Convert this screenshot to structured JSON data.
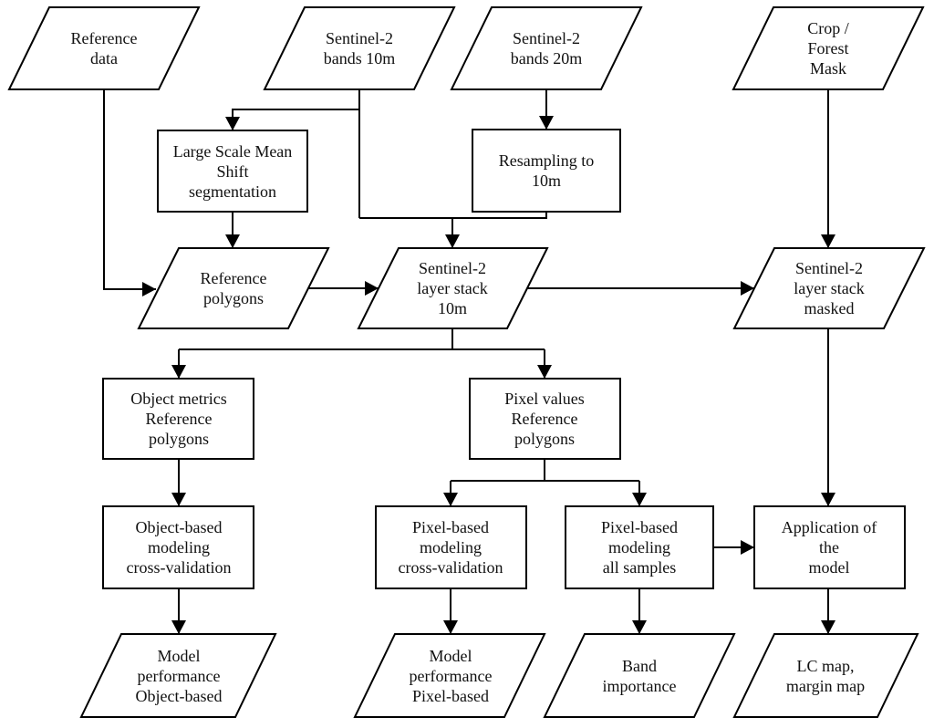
{
  "colors": {
    "line": "#000000",
    "shape_fill": "#ffffff",
    "text": "#111111",
    "background": "#ffffff"
  },
  "diagram": {
    "type": "flowchart",
    "nodes": [
      {
        "id": "reference-data",
        "shape": "parallelogram",
        "label": "Reference\ndata"
      },
      {
        "id": "sentinel2-bands-10m",
        "shape": "parallelogram",
        "label": "Sentinel-2\nbands 10m"
      },
      {
        "id": "sentinel2-bands-20m",
        "shape": "parallelogram",
        "label": "Sentinel-2\nbands 20m"
      },
      {
        "id": "crop-forest-mask",
        "shape": "parallelogram",
        "label": "Crop /\nForest\nMask"
      },
      {
        "id": "lsms-segmentation",
        "shape": "rectangle",
        "label": "Large Scale Mean\nShift\nsegmentation"
      },
      {
        "id": "resampling-10m",
        "shape": "rectangle",
        "label": "Resampling to\n10m"
      },
      {
        "id": "reference-polygons",
        "shape": "parallelogram",
        "label": "Reference\npolygons"
      },
      {
        "id": "sentinel2-layer-stack-10m",
        "shape": "parallelogram",
        "label": "Sentinel-2\nlayer stack\n10m"
      },
      {
        "id": "sentinel2-layer-stack-masked",
        "shape": "parallelogram",
        "label": "Sentinel-2\nlayer stack\nmasked"
      },
      {
        "id": "object-metrics-reference-polygons",
        "shape": "rectangle",
        "label": "Object metrics\nReference\npolygons"
      },
      {
        "id": "pixel-values-reference-polygons",
        "shape": "rectangle",
        "label": "Pixel values\nReference\npolygons"
      },
      {
        "id": "object-based-modeling-cv",
        "shape": "rectangle",
        "label": "Object-based\nmodeling\ncross-validation"
      },
      {
        "id": "pixel-based-modeling-cv",
        "shape": "rectangle",
        "label": "Pixel-based\nmodeling\ncross-validation"
      },
      {
        "id": "pixel-based-modeling-all",
        "shape": "rectangle",
        "label": "Pixel-based\nmodeling\nall samples"
      },
      {
        "id": "application-of-model",
        "shape": "rectangle",
        "label": "Application of the\nmodel"
      },
      {
        "id": "model-performance-object",
        "shape": "parallelogram",
        "label": "Model\nperformance\nObject-based"
      },
      {
        "id": "model-performance-pixel",
        "shape": "parallelogram",
        "label": "Model\nperformance\nPixel-based"
      },
      {
        "id": "band-importance",
        "shape": "parallelogram",
        "label": "Band\nimportance"
      },
      {
        "id": "lc-map-margin-map",
        "shape": "parallelogram",
        "label": "LC map,\nmargin map"
      }
    ],
    "edges": [
      {
        "from": "sentinel2-bands-10m",
        "to": "lsms-segmentation"
      },
      {
        "from": "sentinel2-bands-20m",
        "to": "resampling-10m"
      },
      {
        "from": "sentinel2-bands-10m",
        "to": "sentinel2-layer-stack-10m"
      },
      {
        "from": "resampling-10m",
        "to": "sentinel2-layer-stack-10m"
      },
      {
        "from": "reference-data",
        "to": "reference-polygons"
      },
      {
        "from": "lsms-segmentation",
        "to": "reference-polygons"
      },
      {
        "from": "reference-polygons",
        "to": "sentinel2-layer-stack-10m"
      },
      {
        "from": "sentinel2-layer-stack-10m",
        "to": "sentinel2-layer-stack-masked"
      },
      {
        "from": "crop-forest-mask",
        "to": "sentinel2-layer-stack-masked"
      },
      {
        "from": "sentinel2-layer-stack-10m",
        "to": "object-metrics-reference-polygons"
      },
      {
        "from": "sentinel2-layer-stack-10m",
        "to": "pixel-values-reference-polygons"
      },
      {
        "from": "object-metrics-reference-polygons",
        "to": "object-based-modeling-cv"
      },
      {
        "from": "pixel-values-reference-polygons",
        "to": "pixel-based-modeling-cv"
      },
      {
        "from": "pixel-values-reference-polygons",
        "to": "pixel-based-modeling-all"
      },
      {
        "from": "pixel-based-modeling-all",
        "to": "application-of-model"
      },
      {
        "from": "sentinel2-layer-stack-masked",
        "to": "application-of-model"
      },
      {
        "from": "object-based-modeling-cv",
        "to": "model-performance-object"
      },
      {
        "from": "pixel-based-modeling-cv",
        "to": "model-performance-pixel"
      },
      {
        "from": "pixel-based-modeling-all",
        "to": "band-importance"
      },
      {
        "from": "application-of-model",
        "to": "lc-map-margin-map"
      }
    ]
  }
}
